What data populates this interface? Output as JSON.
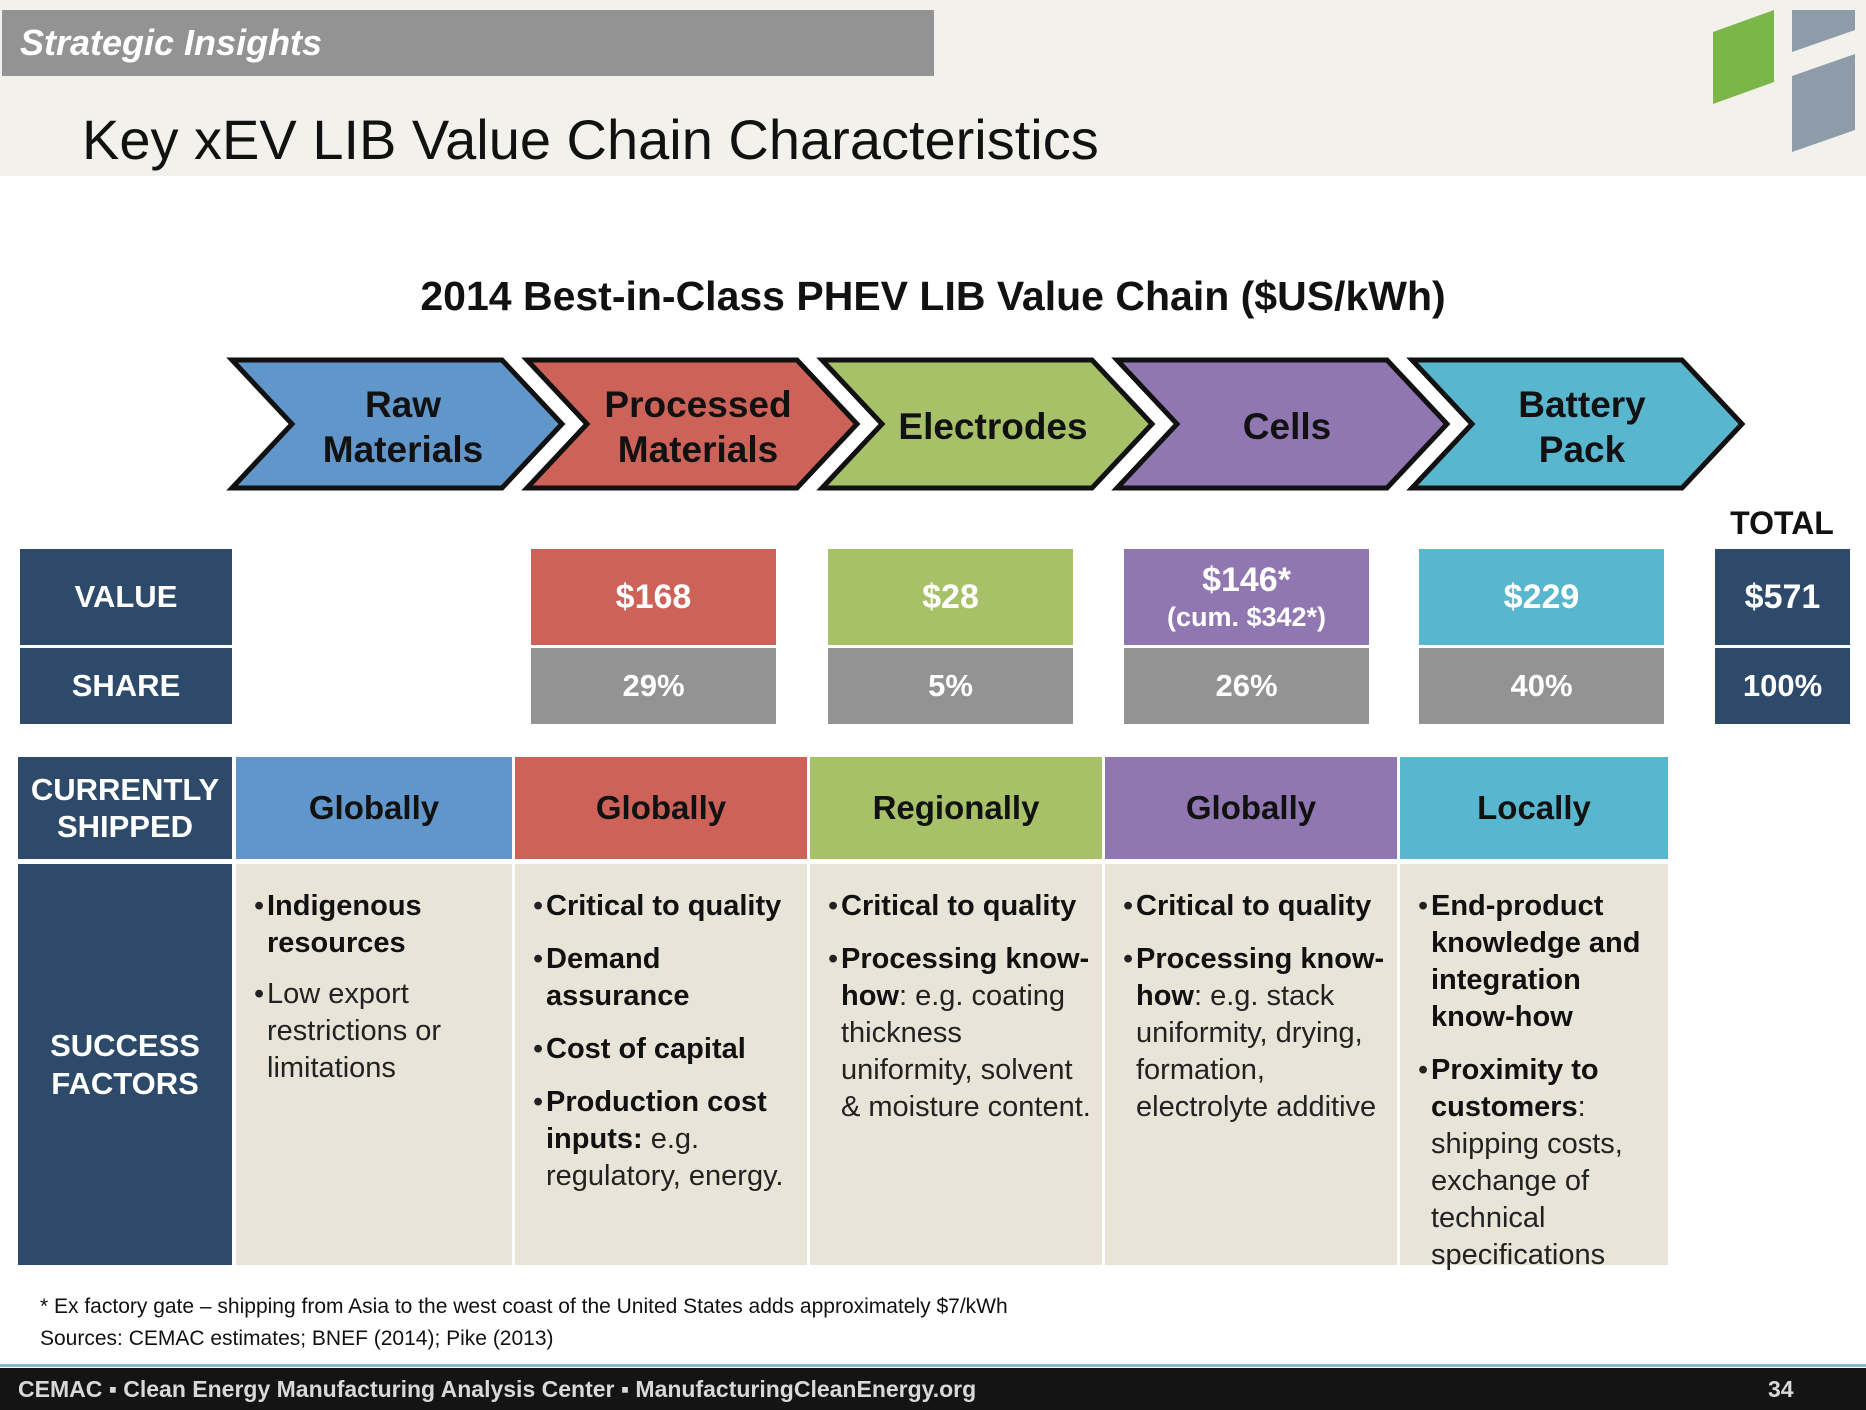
{
  "header": {
    "tag": "Strategic Insights",
    "title": "Key xEV LIB Value Chain Characteristics",
    "logo": {
      "colors": [
        "#7ab648",
        "#8e9ba8"
      ],
      "icon": "cemac-logo"
    }
  },
  "chart": {
    "subtitle": "2014 Best-in-Class PHEV LIB Value Chain ($US/kWh)",
    "stages": [
      {
        "line1": "Raw",
        "line2": "Materials",
        "color": "#6096c9"
      },
      {
        "line1": "Processed",
        "line2": "Materials",
        "color": "#cd6259"
      },
      {
        "line1": "Electrodes",
        "line2": "",
        "color": "#a7c168"
      },
      {
        "line1": "Cells",
        "line2": "",
        "color": "#9177b1"
      },
      {
        "line1": "Battery",
        "line2": "Pack",
        "color": "#59b6cf"
      }
    ],
    "row_labels": {
      "value": "VALUE",
      "share": "SHARE",
      "shipped_line1": "CURRENTLY",
      "shipped_line2": "SHIPPED",
      "success_line1": "SUCCESS",
      "success_line2": "FACTORS"
    },
    "values": [
      {
        "value": "",
        "share": ""
      },
      {
        "value": "$168",
        "sub": "",
        "share": "29%"
      },
      {
        "value": "$28",
        "sub": "",
        "share": "5%"
      },
      {
        "value": "$146*",
        "sub": "(cum. $342*)",
        "share": "26%"
      },
      {
        "value": "$229",
        "sub": "",
        "share": "40%"
      }
    ],
    "total": {
      "label": "TOTAL",
      "value": "$571",
      "share": "100%"
    },
    "shipped": [
      "Globally",
      "Globally",
      "Regionally",
      "Globally",
      "Locally"
    ],
    "success": {
      "raw": {
        "i1": "Indigenous resources",
        "i2": "Low export restrictions or limitations"
      },
      "processed": {
        "i1": "Critical to quality",
        "i2": "Demand assurance",
        "i3": "Cost of capital",
        "i4_bold": "Production cost inputs:",
        "i4_rest": " e.g. regulatory, energy."
      },
      "electrodes": {
        "i1": "Critical to quality",
        "i2_bold": "Processing know-how",
        "i2_rest": ": e.g. coating thickness uniformity, solvent & moisture content."
      },
      "cells": {
        "i1": "Critical to quality",
        "i2_bold": "Processing know-how",
        "i2_rest": ": e.g. stack uniformity, drying, formation, electrolyte additive"
      },
      "pack": {
        "i1": "End-product knowledge and integration know-how",
        "i2_bold": "Proximity to customers",
        "i2_rest": ": shipping costs, exchange of technical specifications"
      }
    }
  },
  "notes": {
    "footnote": "* Ex factory gate – shipping from Asia to the west coast of the United States adds approximately $7/kWh",
    "sources": "Sources: CEMAC estimates; BNEF (2014); Pike (2013)"
  },
  "footer": {
    "org": "CEMAC ▪ Clean Energy Manufacturing Analysis Center  ▪ ManufacturingCleanEnergy.org",
    "page": "34"
  }
}
